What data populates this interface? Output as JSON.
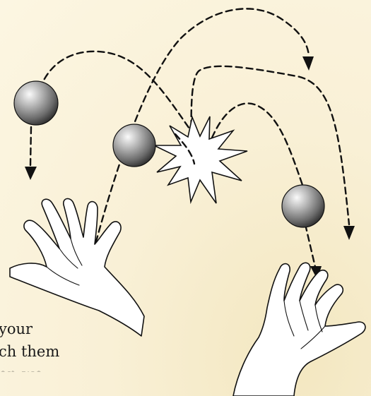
{
  "caption": {
    "line1": "your",
    "line2": "ch them",
    "line3": "en we"
  },
  "colors": {
    "background": "#fbf4dc",
    "ball_light": "#f2f2f2",
    "ball_dark": "#3a3a3a",
    "outline": "#111111"
  }
}
